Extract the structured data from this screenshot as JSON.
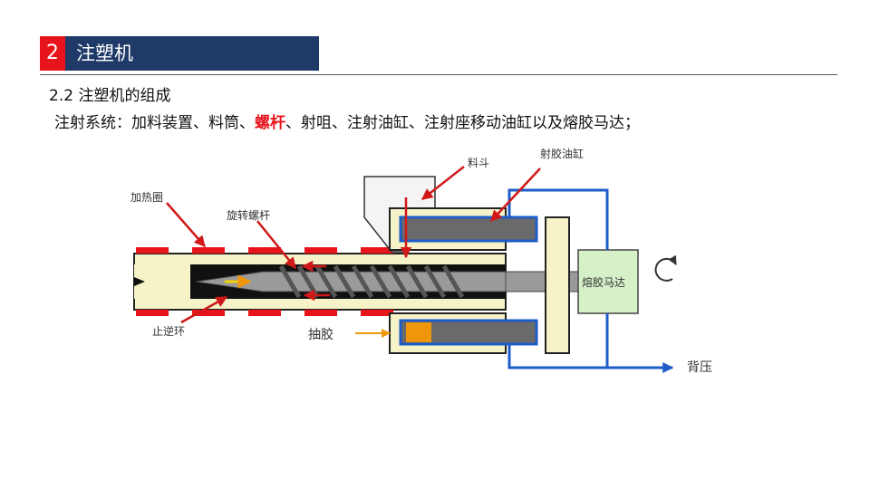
{
  "header": {
    "number": "2",
    "title": "注塑机"
  },
  "subtitle": "2.2 注塑机的组成",
  "description": {
    "prefix": "注射系统：加料装置、料筒、",
    "highlight": "螺杆",
    "suffix": "、射咀、注射油缸、注射座移动油缸以及熔胶马达；"
  },
  "diagram": {
    "labels": {
      "hopper": "料斗",
      "injection_cylinder": "射胶油缸",
      "heating_band": "加热圈",
      "rotating_screw": "旋转螺杆",
      "check_ring": "止逆环",
      "suck_back": "抽胶",
      "melt_motor": "熔胶马达",
      "back_pressure": "背压"
    },
    "colors": {
      "heater": "#e8141c",
      "barrel": "#f7f3c8",
      "screw": "#8c8c8c",
      "arrow_red": "#d01818",
      "hydraulic": "#1e5cc8",
      "motor": "#d6f0c8",
      "piston": "#f0960a"
    }
  }
}
